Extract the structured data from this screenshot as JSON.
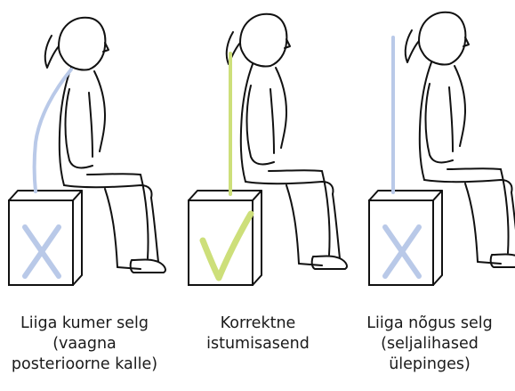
{
  "panels": [
    {
      "id": "kumer",
      "caption": [
        "Liiga kumer selg",
        "(vaagna",
        "posterioorne kalle)"
      ],
      "spine_icon": "curved-spine-line-icon",
      "mark_icon": "cross-icon",
      "mark_color": "#b9c9e8"
    },
    {
      "id": "korrektne",
      "caption": [
        "Korrektne",
        "istumisasend"
      ],
      "spine_icon": "straight-spine-line-icon",
      "mark_icon": "checkmark-icon",
      "mark_color": "#cddf7a"
    },
    {
      "id": "nogus",
      "caption": [
        "Liiga nõgus selg",
        "(seljalihased",
        "ülepinges)"
      ],
      "spine_icon": "straight-spine-line-icon",
      "mark_icon": "cross-icon",
      "mark_color": "#b9c9e8"
    }
  ]
}
